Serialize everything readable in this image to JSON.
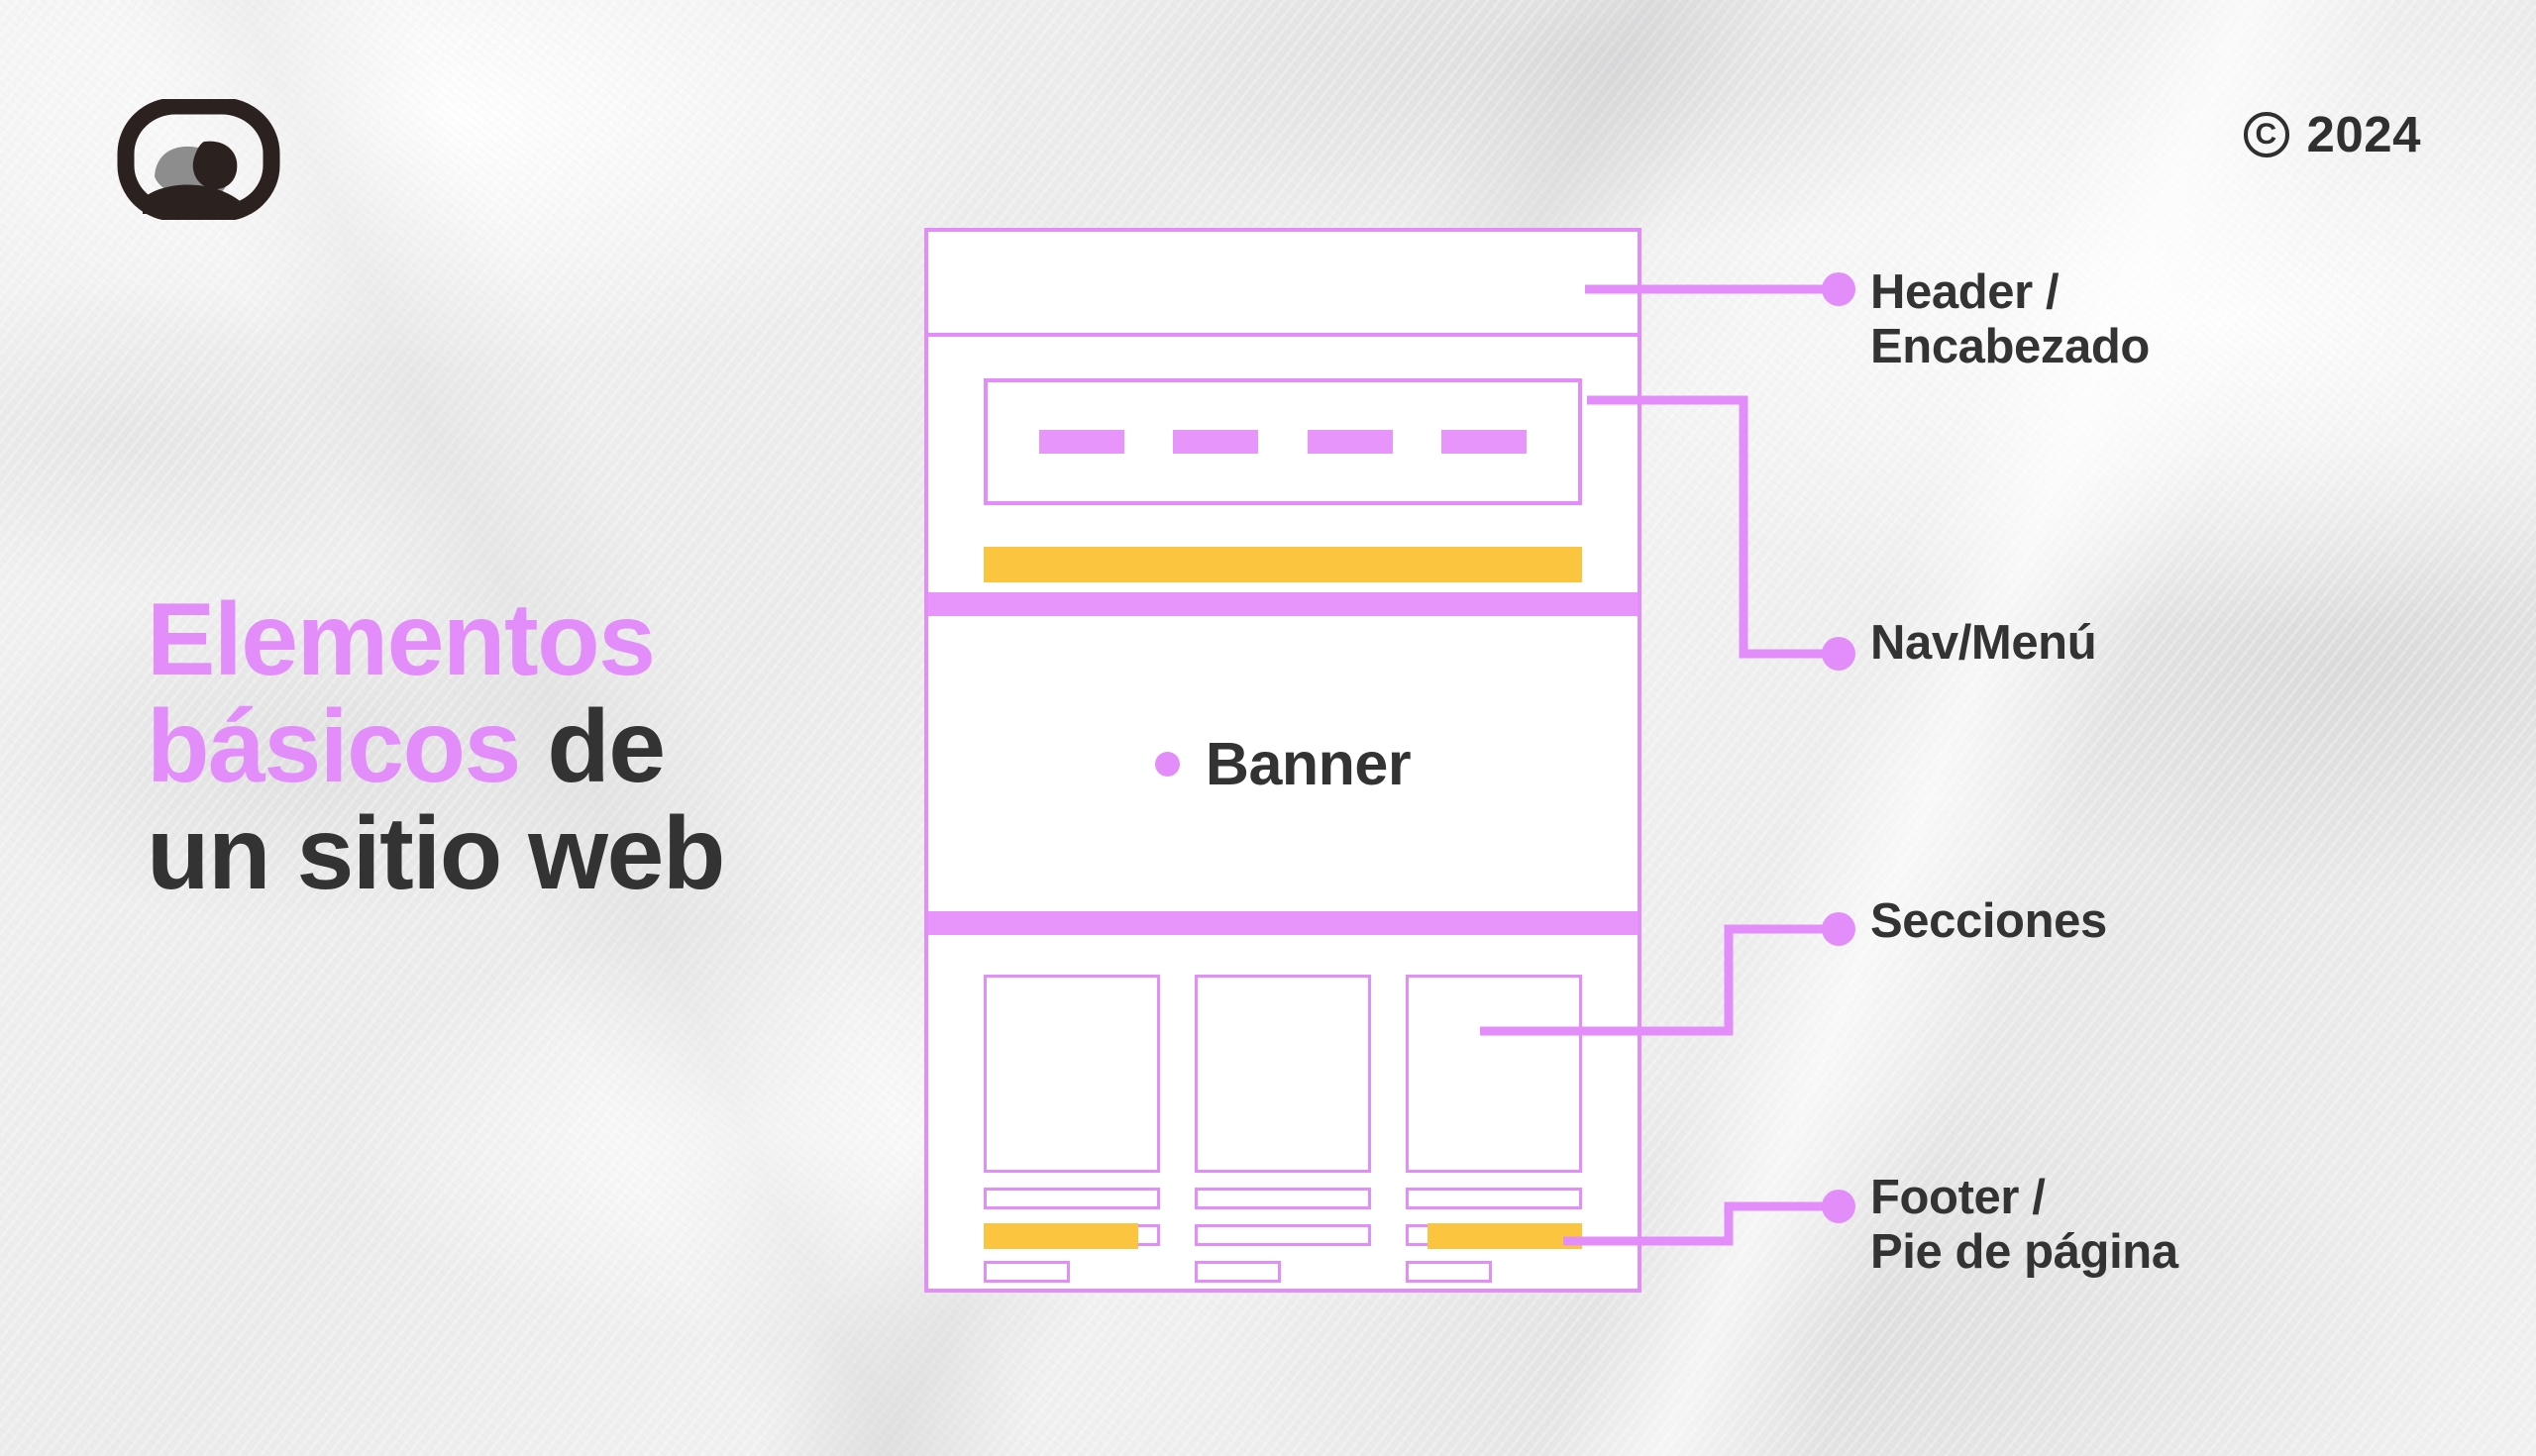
{
  "brand": {
    "logo_icon": "abstract-eye-swirl-logo",
    "copyright_symbol": "C",
    "copyright_year": "2024"
  },
  "headline": {
    "accent_text": "Elementos básicos",
    "rest_text": " de un sitio web",
    "line1_accent": "Elementos",
    "line2_accent": "básicos",
    "line2_rest": " de",
    "line3_rest": "un sitio web",
    "accent_color": "#e38dfa",
    "text_color": "#333333"
  },
  "mockup": {
    "banner_label": "Banner",
    "nav_items": [
      "",
      "",
      "",
      ""
    ],
    "nav_item_count": 4,
    "card_count": 3,
    "footer_bar_count": 2,
    "outline_color": "#e38dfa",
    "highlight_color": "#fbc540"
  },
  "callouts": [
    {
      "id": "header",
      "label": "Header /\nEncabezado"
    },
    {
      "id": "nav",
      "label": "Nav/Menú"
    },
    {
      "id": "sections",
      "label": "Secciones"
    },
    {
      "id": "footer",
      "label": "Footer /\nPie de página"
    }
  ],
  "colors": {
    "accent_purple": "#e38dfa",
    "accent_yellow": "#fbc540",
    "ink": "#333333",
    "background": "#efefef"
  }
}
